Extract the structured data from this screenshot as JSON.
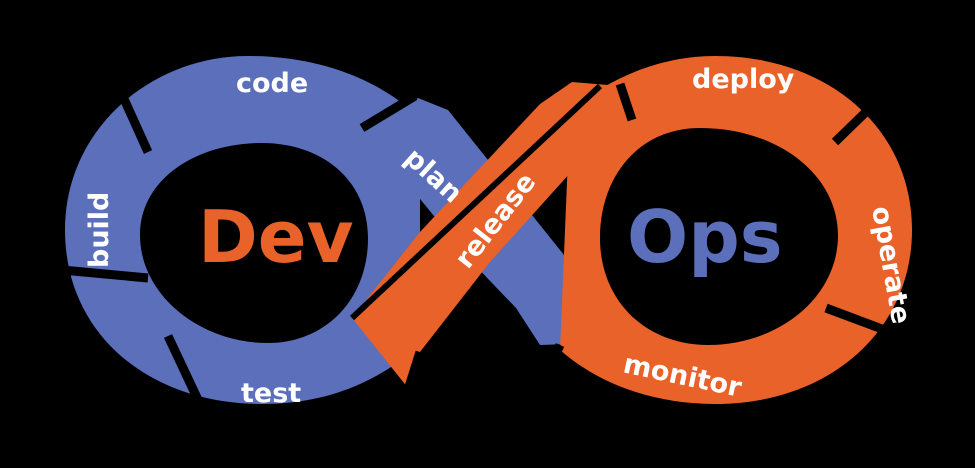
{
  "colors": {
    "background": "#000000",
    "dev_blue": "#5b6fba",
    "ops_orange": "#e8622a",
    "separator": "#000000",
    "label_text": "#ffffff"
  },
  "center": {
    "left_word": "Dev",
    "right_word": "Ops"
  },
  "stages": {
    "code": "code",
    "build": "build",
    "test": "test",
    "plan": "plan",
    "release": "release",
    "deploy": "deploy",
    "operate": "operate",
    "monitor": "monitor"
  }
}
